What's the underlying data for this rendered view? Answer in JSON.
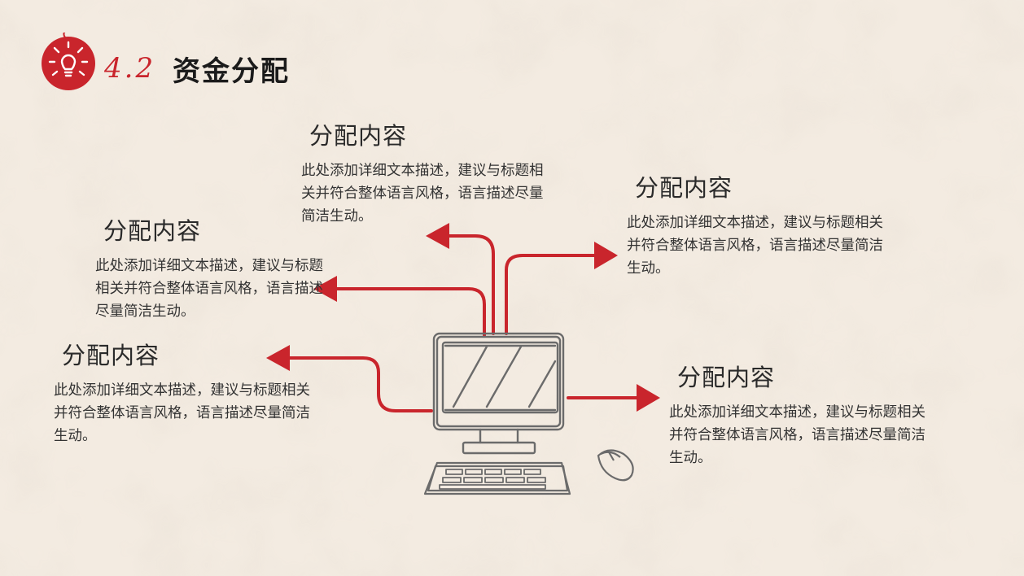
{
  "slide": {
    "number": "4.2",
    "title": "资金分配"
  },
  "colors": {
    "accent": "#c9252c",
    "background": "#f3ebe1",
    "sketch": "#6b6b6b"
  },
  "blocks": [
    {
      "title": "分配内容",
      "description": "此处添加详细文本描述，建议与标题相关并符合整体语言风格，语言描述尽量简洁生动。"
    },
    {
      "title": "分配内容",
      "description": "此处添加详细文本描述，建议与标题相关并符合整体语言风格，语言描述尽量简洁生动。"
    },
    {
      "title": "分配内容",
      "description": "此处添加详细文本描述，建议与标题相关并符合整体语言风格，语言描述尽量简洁生动。"
    },
    {
      "title": "分配内容",
      "description": "此处添加详细文本描述，建议与标题相关并符合整体语言风格，语言描述尽量简洁生动。"
    },
    {
      "title": "分配内容",
      "description": "此处添加详细文本描述，建议与标题相关并符合整体语言风格，语言描述尽量简洁生动。"
    }
  ],
  "icons": [
    "lightbulb-icon",
    "computer-icon",
    "mouse-icon",
    "keyboard-icon"
  ]
}
